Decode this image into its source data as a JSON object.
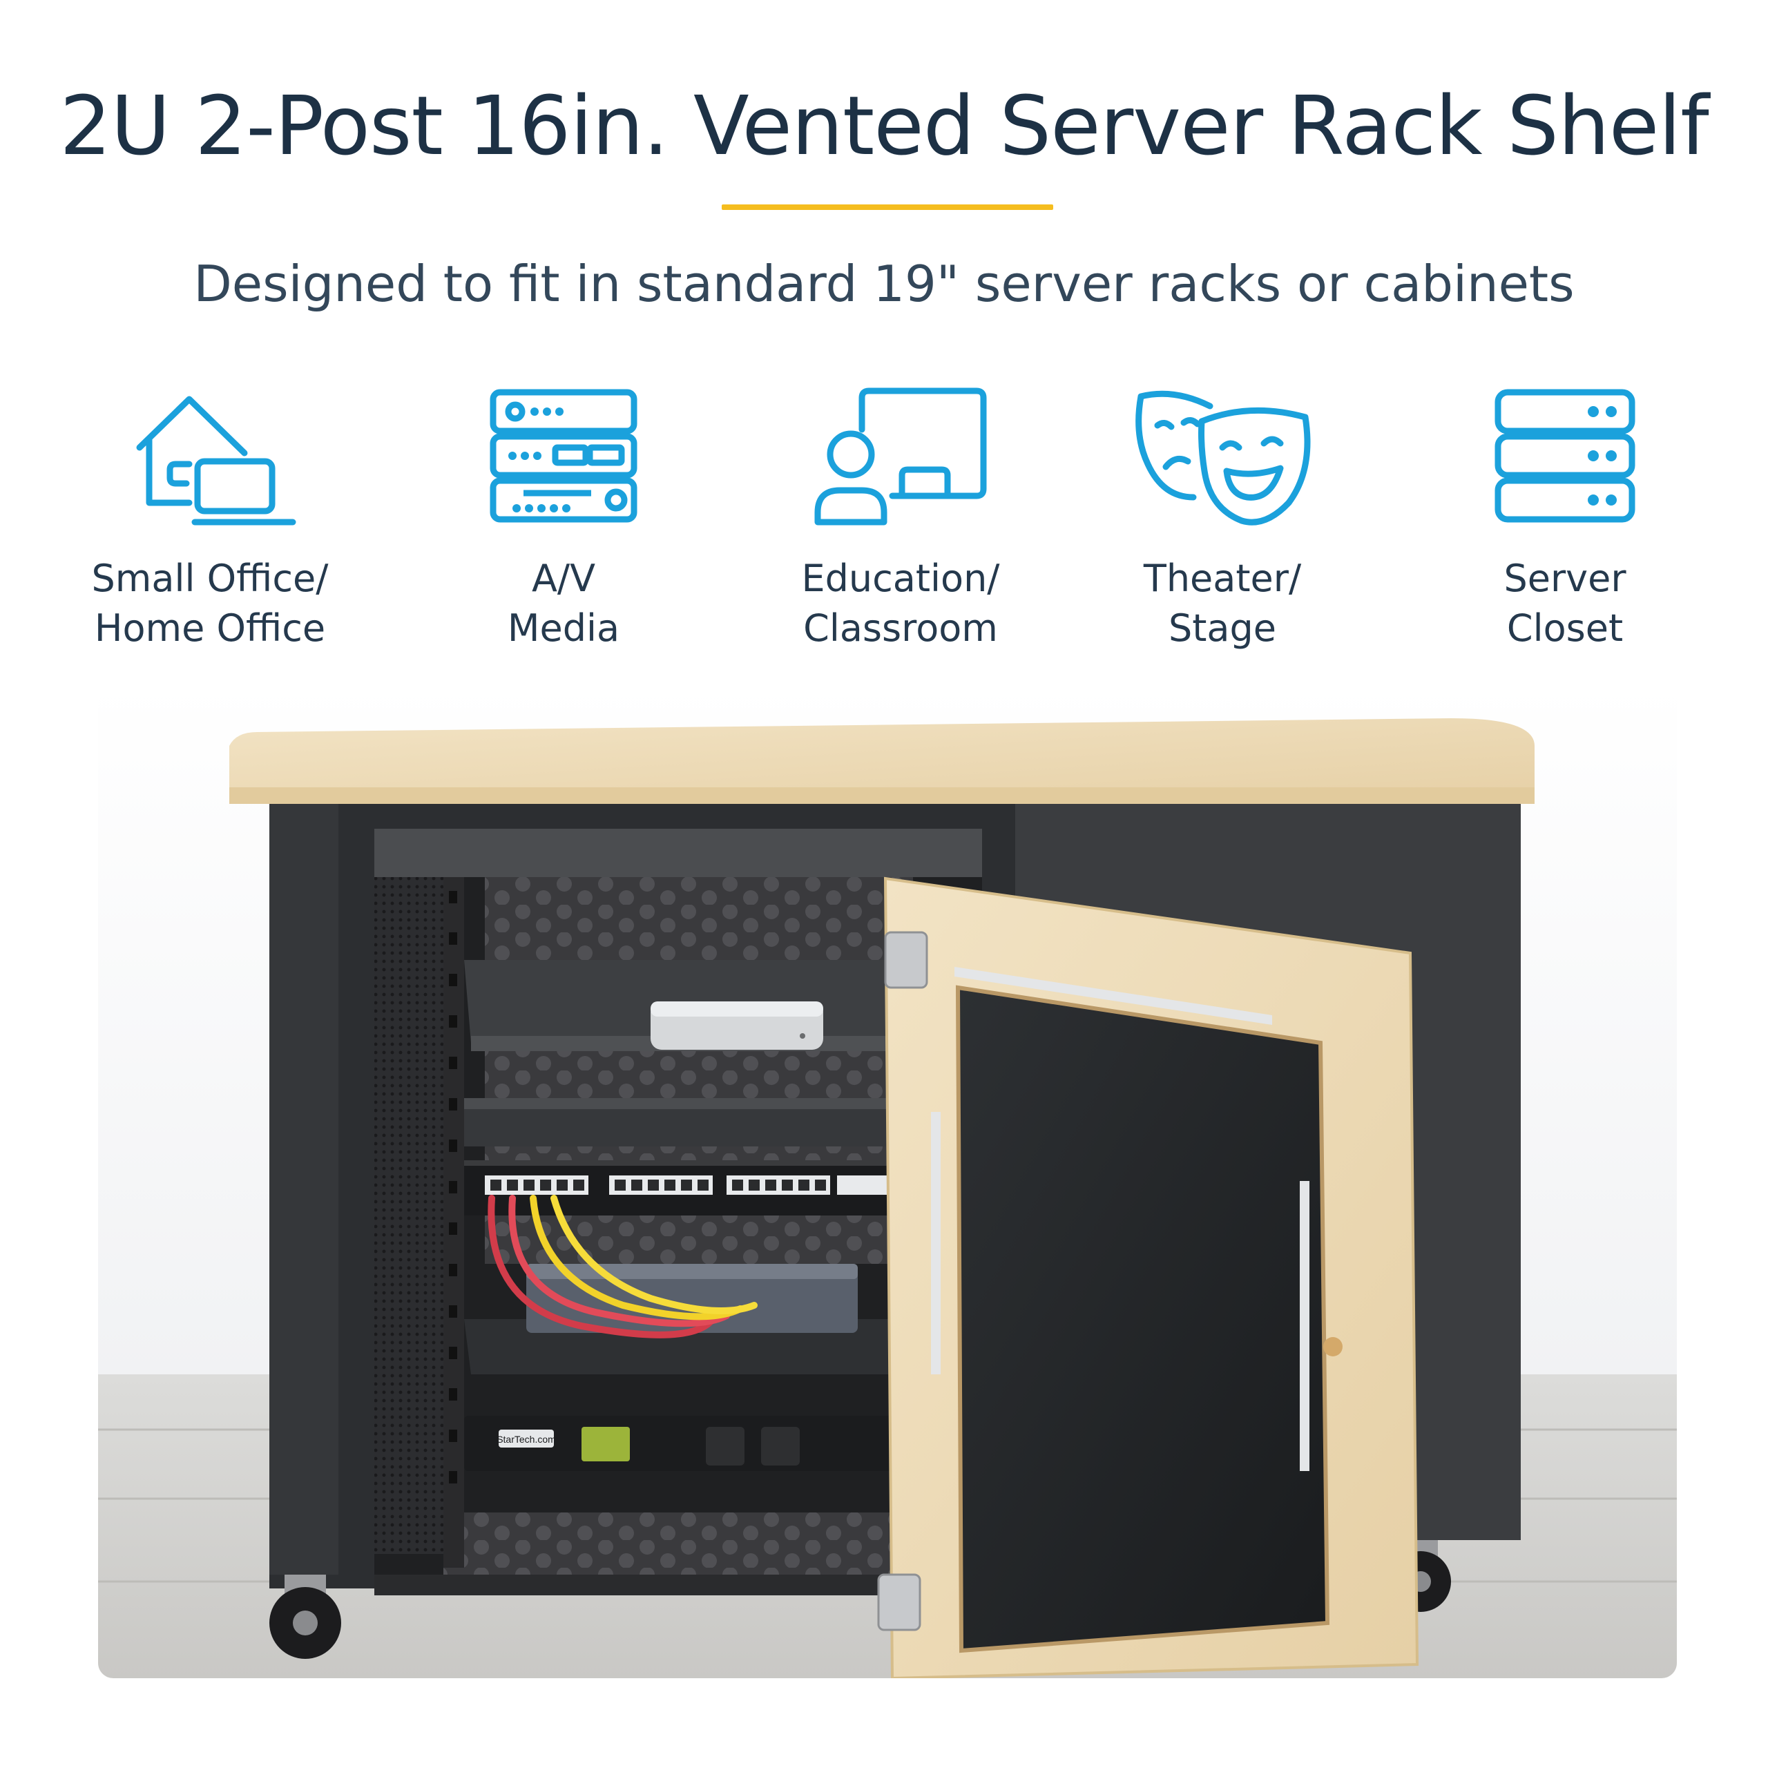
{
  "title": "2U 2-Post 16in. Vented Server Rack Shelf",
  "subtitle": "Designed to fit in standard 19\" server racks or cabinets",
  "accent_color": "#f5bd1f",
  "icon_color": "#1ba1dc",
  "features": [
    {
      "icon": "home-office-icon",
      "line1": "Small Office/",
      "line2": "Home Office"
    },
    {
      "icon": "av-equipment-icon",
      "line1": "A/V",
      "line2": "Media"
    },
    {
      "icon": "classroom-icon",
      "line1": "Education/",
      "line2": "Classroom"
    },
    {
      "icon": "theater-masks-icon",
      "line1": "Theater/",
      "line2": "Stage"
    },
    {
      "icon": "server-stack-icon",
      "line1": "Server",
      "line2": "Closet"
    }
  ],
  "photo": {
    "subject": "product-photo-cabinet",
    "power_strip_brand": "StarTech.com"
  }
}
